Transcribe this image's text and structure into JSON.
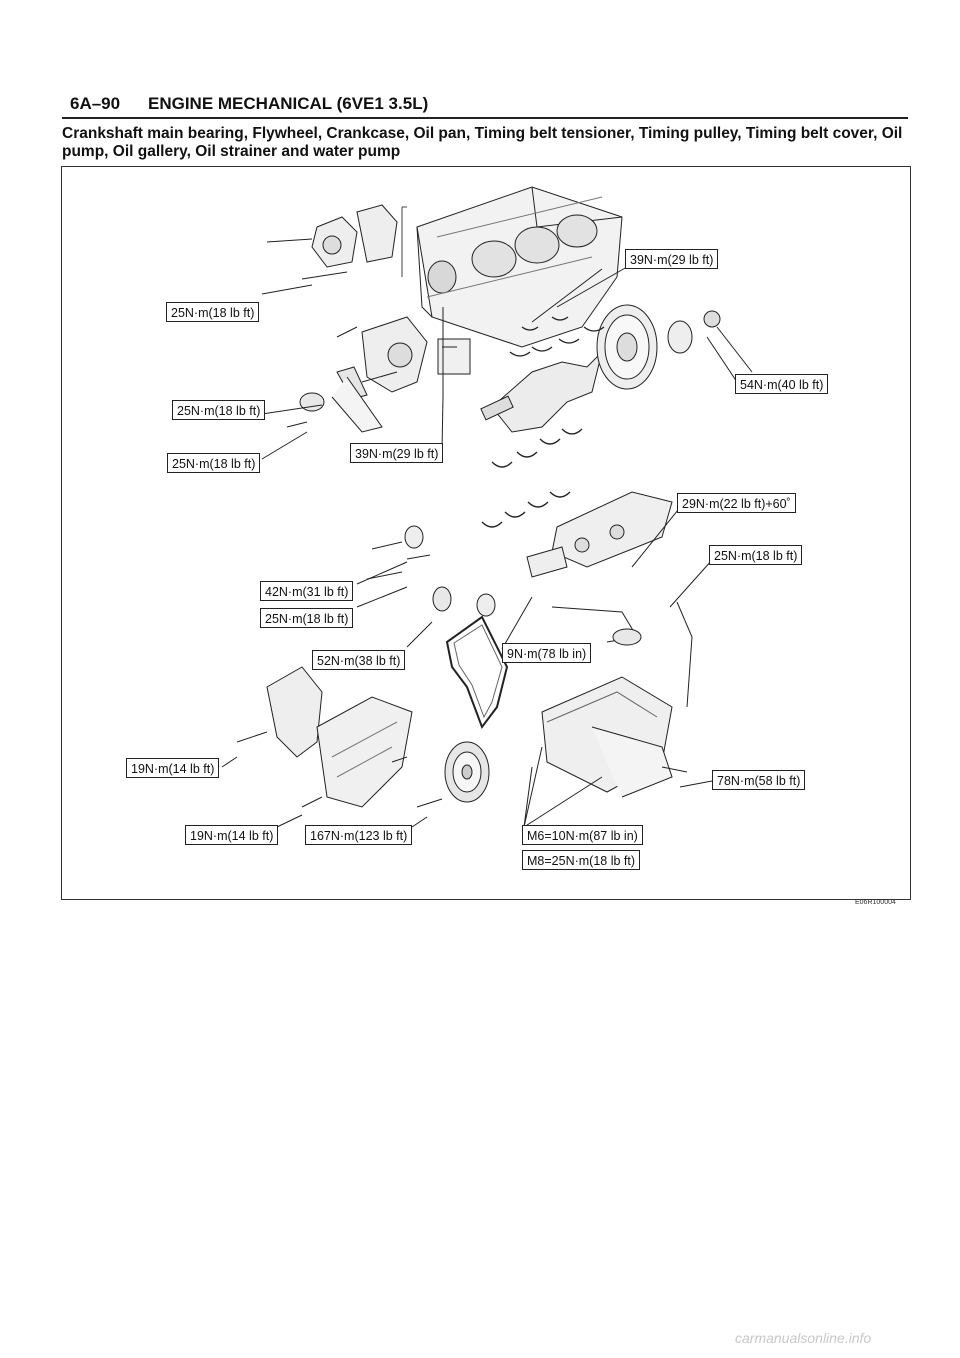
{
  "header": {
    "page_number": "6A–90",
    "section_title": "ENGINE MECHANICAL (6VE1 3.5L)"
  },
  "subtitle": "Crankshaft main bearing, Flywheel, Crankcase, Oil pan, Timing belt tensioner, Timing pulley, Timing belt cover, Oil pump, Oil gallery, Oil strainer and water pump",
  "figure": {
    "torque_labels": [
      "25N·m(18 lb ft)",
      "25N·m(18 lb ft)",
      "25N·m(18 lb ft)",
      "39N·m(29 lb ft)",
      "39N·m(29 lb ft)",
      "54N·m(40 lb ft)",
      "29N·m(22 lb ft)+60˚",
      "25N·m(18 lb ft)",
      "42N·m(31 lb ft)",
      "25N·m(18 lb ft)",
      "52N·m(38 lb ft)",
      "9N·m(78 lb in)",
      "19N·m(14 lb ft)",
      "78N·m(58 lb ft)",
      "19N·m(14 lb ft)",
      "167N·m(123 lb ft)",
      "M6=10N·m(87 lb in)",
      "M8=25N·m(18 lb ft)"
    ],
    "figure_code": "E06R100004"
  },
  "watermark": "carmanualsonline.info"
}
